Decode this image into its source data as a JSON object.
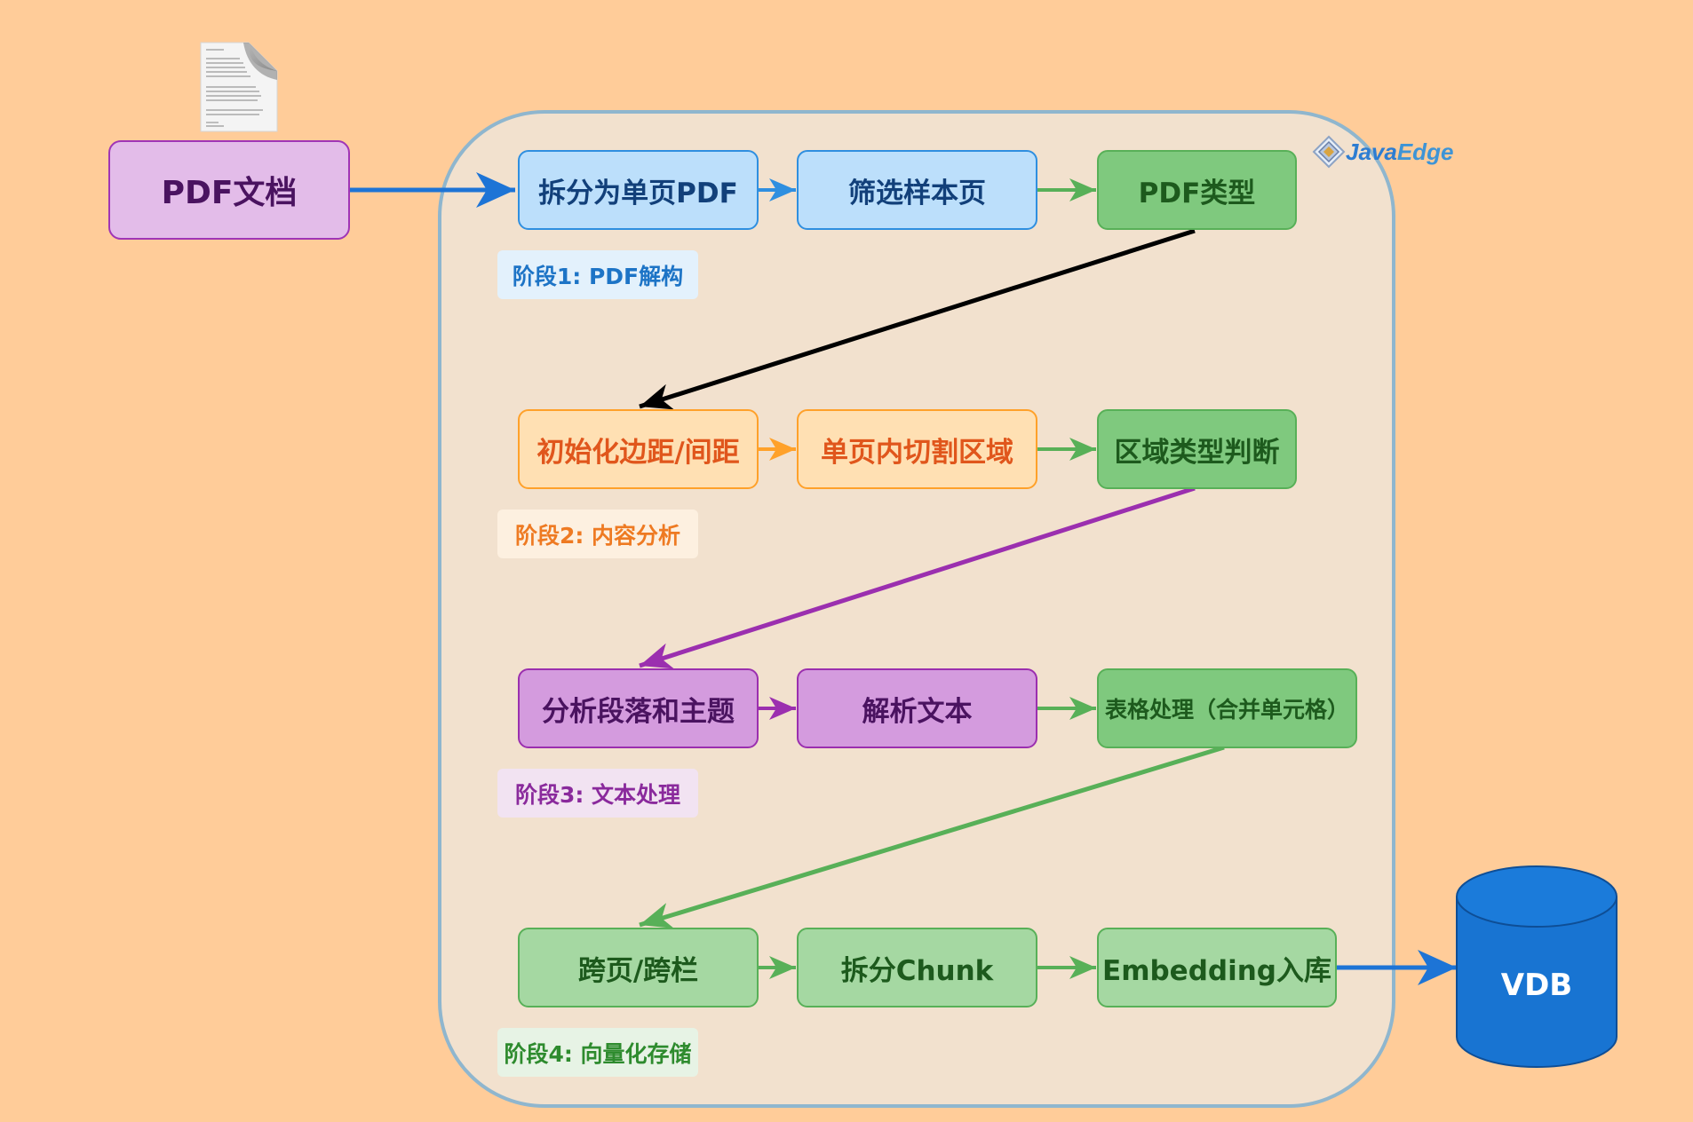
{
  "input": {
    "label": "PDF文档"
  },
  "stages": [
    {
      "label": "阶段1: PDF解构",
      "steps": [
        "拆分为单页PDF",
        "筛选样本页",
        "PDF类型"
      ]
    },
    {
      "label": "阶段2: 内容分析",
      "steps": [
        "初始化边距/间距",
        "单页内切割区域",
        "区域类型判断"
      ]
    },
    {
      "label": "阶段3: 文本处理",
      "steps": [
        "分析段落和主题",
        "解析文本",
        "表格处理（合并单元格）"
      ]
    },
    {
      "label": "阶段4: 向量化存储",
      "steps": [
        "跨页/跨栏",
        "拆分Chunk",
        "Embedding入库"
      ]
    }
  ],
  "output": {
    "label": "VDB"
  },
  "watermark": {
    "part1": "Java",
    "part2": "Edge"
  },
  "colors": {
    "background": "#FFCC99",
    "container": "#F2E1CE",
    "stage1": "#2F8FE0",
    "stage2": "#FFA12A",
    "stage3": "#9B2FAF",
    "stage4": "#58B058",
    "vdb": "#1874D2"
  },
  "icons": {
    "input_icon": "document-icon",
    "output_icon": "database-cylinder-icon",
    "logo_icon": "diamond-logo-icon"
  }
}
